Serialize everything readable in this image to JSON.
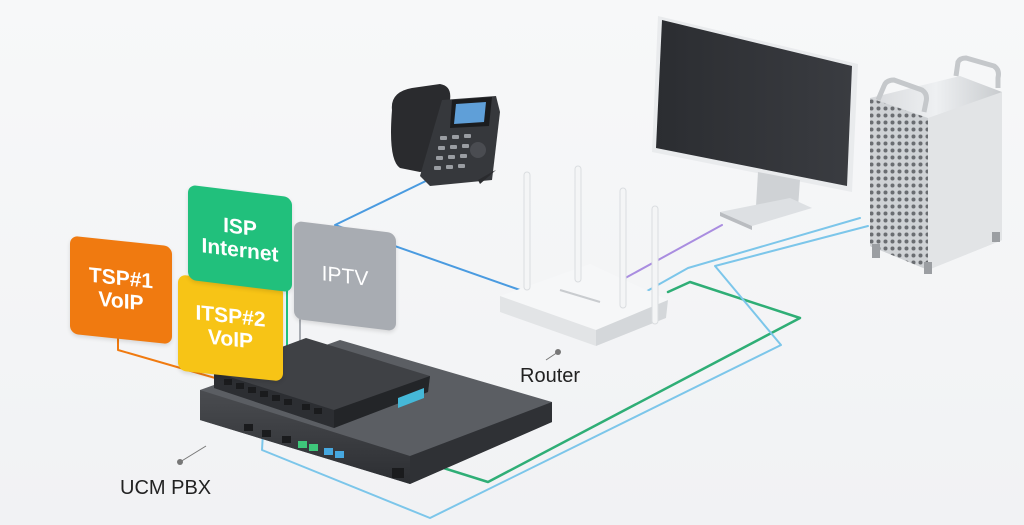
{
  "tags": {
    "tsp1": {
      "line1": "TSP#1",
      "line2": "VoIP",
      "color": "#f07a10"
    },
    "itsp2": {
      "line1": "ITSP#2",
      "line2": "VoIP",
      "color": "#f7c416"
    },
    "isp": {
      "line1": "ISP",
      "line2": "Internet",
      "color": "#21c07c"
    },
    "iptv": {
      "line1": "IPTV",
      "color": "#a8acb2"
    }
  },
  "labels": {
    "router": "Router",
    "pbx": "UCM PBX"
  },
  "devices": {
    "ip_phone": "phone-icon",
    "router": "router-icon",
    "monitor": "monitor-icon",
    "workstation": "workstation-icon",
    "pbx": "pbx-icon"
  },
  "cable_colors": {
    "blue": "#4a9be0",
    "light_blue": "#7cc6ea",
    "green": "#2fae76",
    "purple": "#a98de0",
    "orange": "#f07a10",
    "yellow": "#f7c416"
  }
}
